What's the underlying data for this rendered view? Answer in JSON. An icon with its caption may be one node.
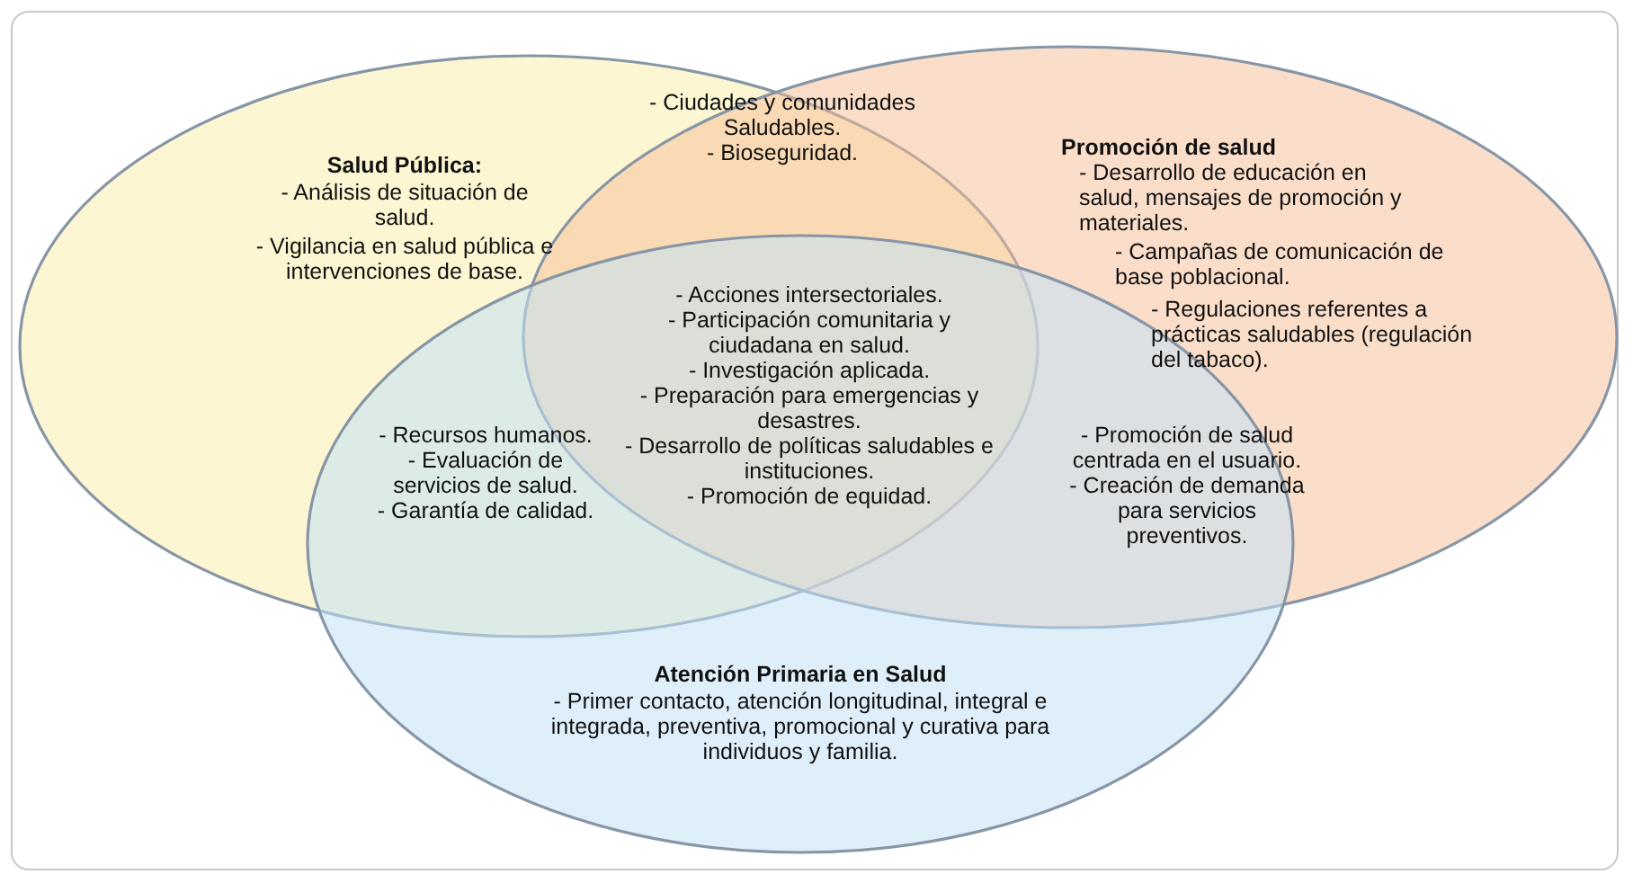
{
  "diagram": {
    "nodes": [
      {
        "text": [
          "Salud Pública:",
          "- Análisis de situación de salud.",
          "- Vigilancia en salud pública e intervenciones de base."
        ]
      },
      {
        "text": [
          "Promoción de salud",
          "- Desarrollo de educación en salud, mensajes de promoción y materiales.",
          "- Campañas de comunicación de base poblacional.",
          "- Regulaciones referentes a prácticas saludables (regulación del tabaco)."
        ]
      },
      {
        "text": [
          "Atención Primaria en Salud",
          "- Primer contacto, atención longitudinal, integral e integrada, preventiva, promocional y curativa para individuos y familia."
        ]
      }
    ],
    "labels": [
      "- Ciudades y comunidades Saludables.",
      "- Bioseguridad.",
      "- Acciones intersectoriales.",
      "- Participación comunitaria y ciudadana en salud.",
      "- Investigación aplicada.",
      "- Preparación para emergencias y desastres.",
      "- Desarrollo de políticas saludables e instituciones.",
      "- Promoción de equidad.",
      "- Recursos humanos.",
      "- Evaluación de servicios de salud.",
      "- Garantía de calidad.",
      "- Promoción de salud centrada en el usuario.",
      "- Creación de demanda para servicios preventivos."
    ]
  }
}
